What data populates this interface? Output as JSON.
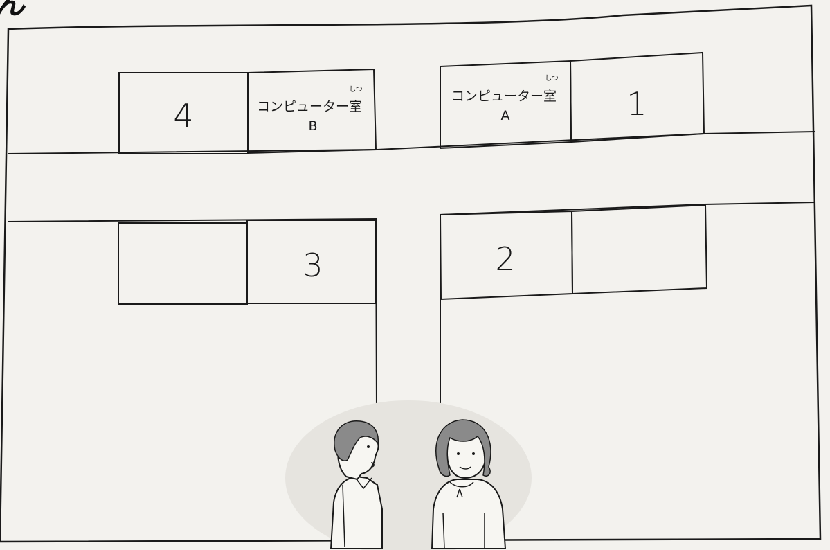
{
  "heading_fragment": "ん",
  "rooms": {
    "top_left_outer": {
      "number": "4"
    },
    "top_left_inner": {
      "name": "コンピューター室",
      "ruby": "しつ",
      "letter": "B"
    },
    "top_right_inner": {
      "name": "コンピューター室",
      "ruby": "しつ",
      "letter": "A"
    },
    "top_right_outer": {
      "number": "1"
    },
    "bottom_left_outer": {
      "number": ""
    },
    "bottom_left_inner": {
      "number": "3"
    },
    "bottom_right_inner": {
      "number": "2"
    },
    "bottom_right_outer": {
      "number": ""
    }
  },
  "colors": {
    "line": "#1a1a1a",
    "paper": "#f3f2ee",
    "bubble": "#e6e4df",
    "hair": "#8a8a8a"
  }
}
